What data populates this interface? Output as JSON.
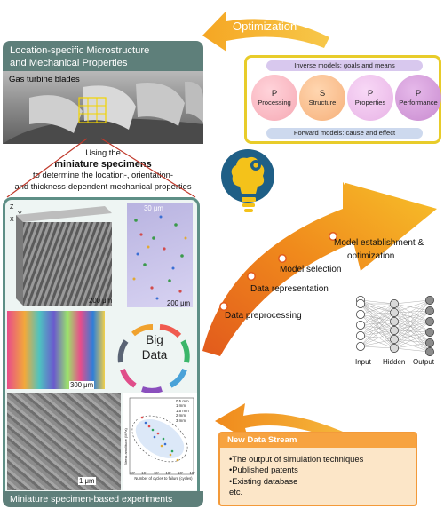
{
  "optimization_label": "Optimization",
  "location_panel": {
    "title_line1": "Location-specific Microstructure",
    "title_line2": "and  Mechanical Properties",
    "photo_label": "Gas turbine blades"
  },
  "specimen_caption": {
    "line1": "Using the",
    "line2": "miniature specimens",
    "line3": "to determine the location-, orientation-",
    "line4": "and thickness-dependent mechanical properties"
  },
  "psp": {
    "inverse": "Inverse models: goals and means",
    "forward": "Forward models: cause and effect",
    "circles": [
      {
        "letter": "P",
        "label": "Processing",
        "color": "#f6a9b4"
      },
      {
        "letter": "S",
        "label": "Structure",
        "color": "#f6b07a"
      },
      {
        "letter": "P",
        "label": "Properties",
        "color": "#e8b3e6"
      },
      {
        "letter": "P",
        "label": "Performance",
        "color": "#c98bd0"
      }
    ]
  },
  "machine_learning": {
    "title": "Machine Learning",
    "steps": [
      "Data preprocessing",
      "Data representation",
      "Model selection",
      "Model establishment &",
      "optimization"
    ]
  },
  "neural_net": {
    "input": "Input",
    "hidden": "Hidden",
    "output": "Output"
  },
  "big_data": {
    "line1": "Big",
    "line2": "Data"
  },
  "micrographs": {
    "axis_z": "Z",
    "axis_y": "Y",
    "axis_x": "X",
    "scale_a": "200 μm",
    "scale_b": "30 μm",
    "scale_c": "200 μm",
    "scale_d": "300 μm",
    "scale_e": "1 μm"
  },
  "plot_inset": {
    "ylabel": "Stress amplitude (MPa)",
    "xlabel": "Number of cycles to failure (cycles)",
    "legend": [
      "0.5 mm",
      "1 mm",
      "1.5 mm",
      "2 mm",
      "3 mm"
    ],
    "xticks": [
      "10³",
      "10⁴",
      "10⁵",
      "10⁶",
      "10⁷",
      "10⁸"
    ]
  },
  "experiments_label": "Miniature specimen-based  experiments",
  "new_data_stream": {
    "title": "New Data Stream",
    "items": [
      "•The output of simulation techniques",
      "•Published patents",
      "•Existing database",
      "etc."
    ]
  },
  "colors": {
    "teal_panel": "#5e7f7a",
    "orange_arrow": "#f08a1c",
    "yellow_border": "#e8cc2a",
    "brain_blue": "#1f5f86"
  }
}
